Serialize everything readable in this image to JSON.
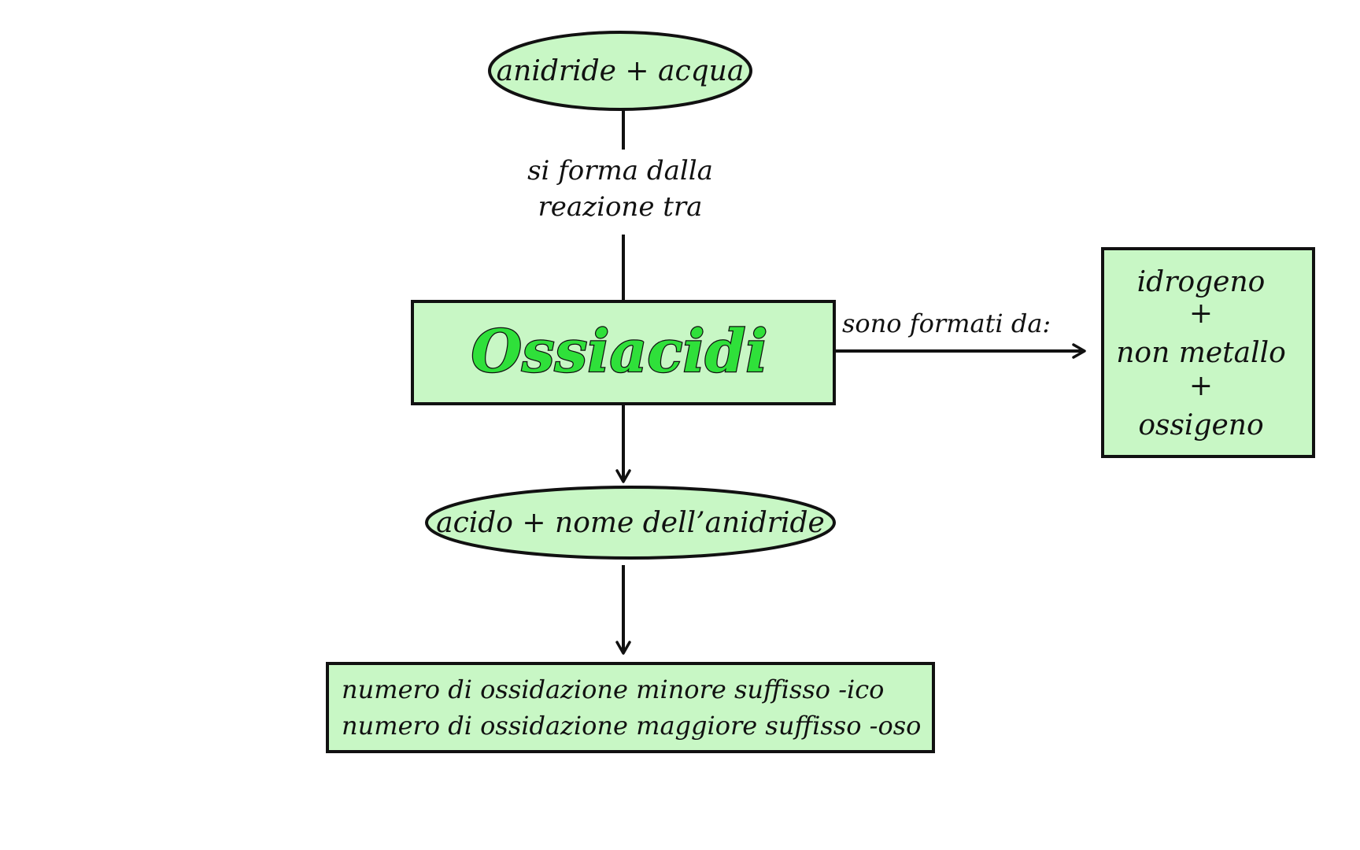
{
  "colors": {
    "node_fill": "#c8f7c5",
    "stroke": "#111111",
    "title_fill": "#2fe03a",
    "text": "#111111",
    "background": "#ffffff"
  },
  "nodes": {
    "top_ellipse": "anidride + acqua",
    "center_box": "Ossiacidi",
    "middle_ellipse": "acido + nome dell’anidride",
    "bottom_box": {
      "line1": "numero di ossidazione minore suffisso -ico",
      "line2": "numero di ossidazione maggiore suffisso -oso"
    },
    "right_box": {
      "line1": "idrogeno",
      "plus1": "+",
      "line2": "non metallo",
      "plus2": "+",
      "line3": "ossigeno"
    }
  },
  "edges": {
    "top_label_line1": "si forma dalla",
    "top_label_line2": "reazione tra",
    "right_label": "sono formati da:"
  }
}
